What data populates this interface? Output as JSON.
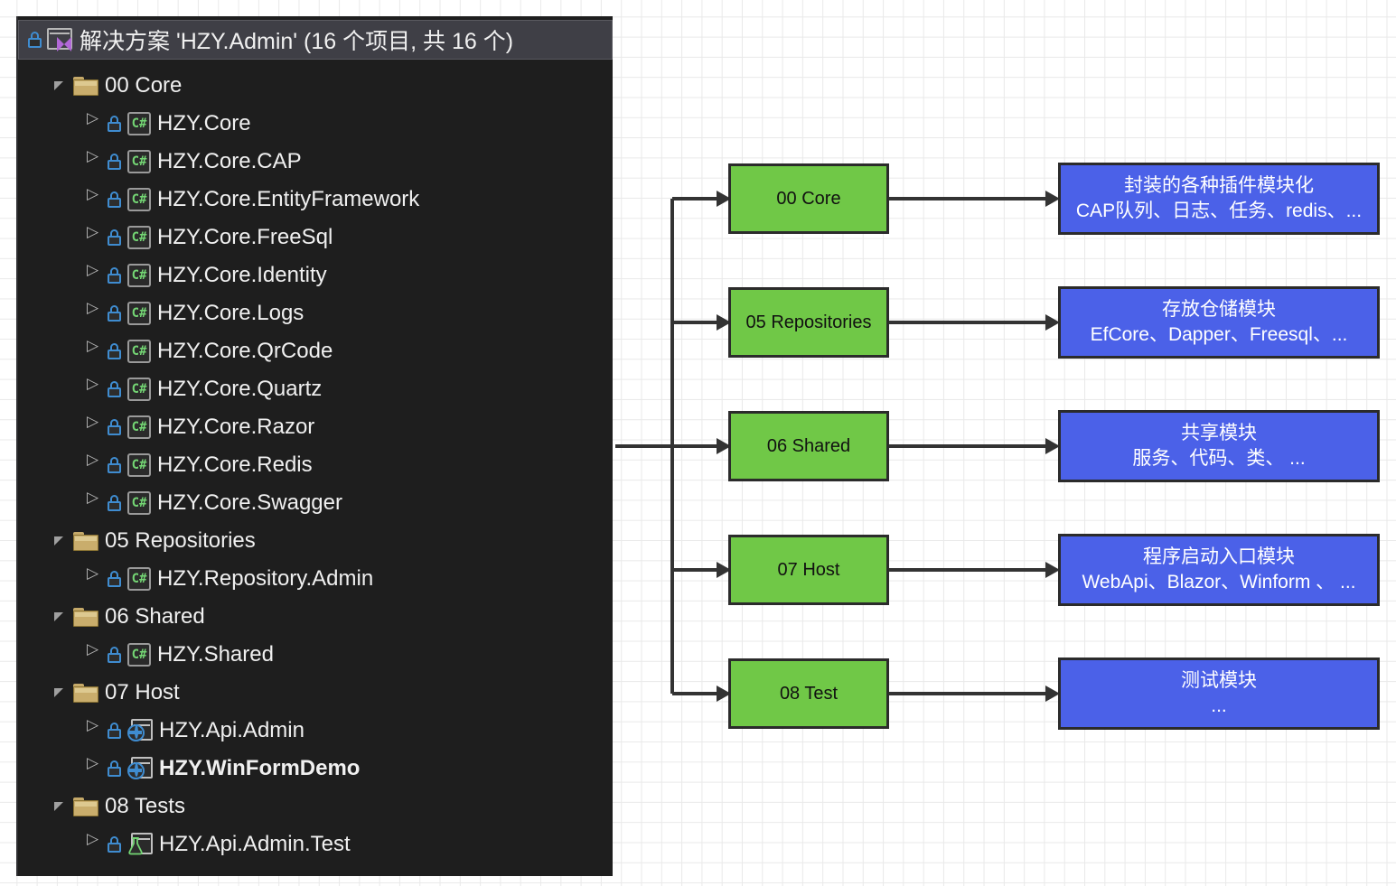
{
  "solution_explorer": {
    "header": {
      "title": "解决方案 'HZY.Admin' (16 个项目, 共 16 个)",
      "solution_icon": "solution-icon",
      "lock_icon": "lock-icon"
    },
    "tree": [
      {
        "depth": 1,
        "label": "00 Core",
        "icon": "folder-icon",
        "expander": "open",
        "locked": false,
        "bold": false
      },
      {
        "depth": 2,
        "label": "HZY.Core",
        "icon": "csharp-project-icon",
        "expander": "closed",
        "locked": true,
        "bold": false
      },
      {
        "depth": 2,
        "label": "HZY.Core.CAP",
        "icon": "csharp-project-icon",
        "expander": "closed",
        "locked": true,
        "bold": false
      },
      {
        "depth": 2,
        "label": "HZY.Core.EntityFramework",
        "icon": "csharp-project-icon",
        "expander": "closed",
        "locked": true,
        "bold": false
      },
      {
        "depth": 2,
        "label": "HZY.Core.FreeSql",
        "icon": "csharp-project-icon",
        "expander": "closed",
        "locked": true,
        "bold": false
      },
      {
        "depth": 2,
        "label": "HZY.Core.Identity",
        "icon": "csharp-project-icon",
        "expander": "closed",
        "locked": true,
        "bold": false
      },
      {
        "depth": 2,
        "label": "HZY.Core.Logs",
        "icon": "csharp-project-icon",
        "expander": "closed",
        "locked": true,
        "bold": false
      },
      {
        "depth": 2,
        "label": "HZY.Core.QrCode",
        "icon": "csharp-project-icon",
        "expander": "closed",
        "locked": true,
        "bold": false
      },
      {
        "depth": 2,
        "label": "HZY.Core.Quartz",
        "icon": "csharp-project-icon",
        "expander": "closed",
        "locked": true,
        "bold": false
      },
      {
        "depth": 2,
        "label": "HZY.Core.Razor",
        "icon": "csharp-project-icon",
        "expander": "closed",
        "locked": true,
        "bold": false
      },
      {
        "depth": 2,
        "label": "HZY.Core.Redis",
        "icon": "csharp-project-icon",
        "expander": "closed",
        "locked": true,
        "bold": false
      },
      {
        "depth": 2,
        "label": "HZY.Core.Swagger",
        "icon": "csharp-project-icon",
        "expander": "closed",
        "locked": true,
        "bold": false
      },
      {
        "depth": 1,
        "label": "05 Repositories",
        "icon": "folder-icon",
        "expander": "open",
        "locked": false,
        "bold": false
      },
      {
        "depth": 2,
        "label": "HZY.Repository.Admin",
        "icon": "csharp-project-icon",
        "expander": "closed",
        "locked": true,
        "bold": false
      },
      {
        "depth": 1,
        "label": "06 Shared",
        "icon": "folder-icon",
        "expander": "open",
        "locked": false,
        "bold": false
      },
      {
        "depth": 2,
        "label": "HZY.Shared",
        "icon": "csharp-project-icon",
        "expander": "closed",
        "locked": true,
        "bold": false
      },
      {
        "depth": 1,
        "label": "07 Host",
        "icon": "folder-icon",
        "expander": "open",
        "locked": false,
        "bold": false
      },
      {
        "depth": 2,
        "label": "HZY.Api.Admin",
        "icon": "web-project-icon",
        "expander": "closed",
        "locked": true,
        "bold": false
      },
      {
        "depth": 2,
        "label": "HZY.WinFormDemo",
        "icon": "web-project-icon",
        "expander": "closed",
        "locked": true,
        "bold": true
      },
      {
        "depth": 1,
        "label": "08 Tests",
        "icon": "folder-icon",
        "expander": "open",
        "locked": false,
        "bold": false
      },
      {
        "depth": 2,
        "label": "HZY.Api.Admin.Test",
        "icon": "test-project-icon",
        "expander": "closed",
        "locked": true,
        "bold": false
      }
    ]
  },
  "diagram": {
    "colors": {
      "module_box": "#70c847",
      "description_box": "#4b61e8",
      "border": "#2b2b2b",
      "connector": "#333333",
      "grid": "#e9e9e9"
    },
    "rows": [
      {
        "module": "00 Core",
        "description_line1": "封装的各种插件模块化",
        "description_line2": "CAP队列、日志、任务、redis、..."
      },
      {
        "module": "05 Repositories",
        "description_line1": "存放仓储模块",
        "description_line2": "EfCore、Dapper、Freesql、..."
      },
      {
        "module": "06 Shared",
        "description_line1": "共享模块",
        "description_line2": "服务、代码、类、 ..."
      },
      {
        "module": "07 Host",
        "description_line1": "程序启动入口模块",
        "description_line2": "WebApi、Blazor、Winform 、 ..."
      },
      {
        "module": "08 Test",
        "description_line1": "测试模块",
        "description_line2": "..."
      }
    ]
  }
}
